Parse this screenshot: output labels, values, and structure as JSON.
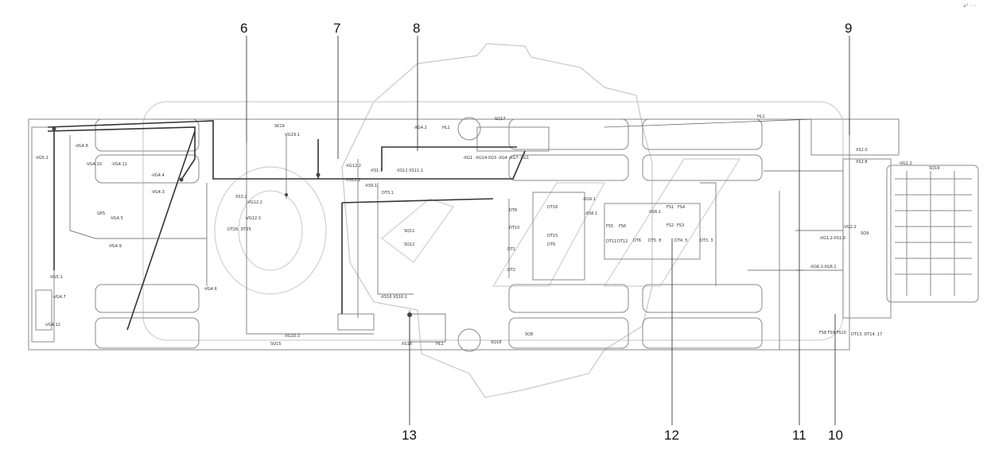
{
  "watermark": "a³ ·◦◦",
  "callouts": [
    "6",
    "7",
    "8",
    "9",
    "13",
    "12",
    "11",
    "10"
  ],
  "labels": {
    "vg5_2": "-VG5.2",
    "vg5_1": "-VG5.1",
    "vg4_7": "-VG4.7",
    "vg4_12": "-VG4.12",
    "vg4_8": "-VG4.8",
    "vg4_10": "-VG4.10",
    "vg4_11": "-VG4.11",
    "vg4_4": "-VG4.4",
    "vg4_3": "-VG4.3",
    "gps": "GPS",
    "vg4_5": "-VG4.5",
    "vg4_9": "-VG4.9",
    "vg4_6": "-VG4.6",
    "sk19": "SK19",
    "vg19_1": "-VG19.1",
    "vg12_2_top": "-VG12.2",
    "vg12_2_mid": "-VG12.2",
    "vg12_3": "-VG12.3",
    "dt26": "DT26. DT25",
    "xs12_2": "-XS12.2",
    "xs1_1": "-XS1.1",
    "xs12_xs11": "-XS12 XS11.1",
    "xs9_1": "-XS9.1",
    "dt3_1": "DT3.1",
    "xg4_2": "-XG4.2",
    "hl1_top": "HL1",
    "sq17": "SQ17",
    "xg1": "-XG1",
    "xg_chain": "-XG14-XG3 -XG4 -XG7 -XG1",
    "dt8": "DT8",
    "dt10": "DT10",
    "dt1": "DT1",
    "dt2": "DT2",
    "sq11": "SQ11",
    "sq12": "SQ12",
    "dt16": "DT16",
    "dt15": "DT15",
    "dt9": "DT9",
    "xg9_1": "-XG9.1",
    "xs8_1": "-XS8.1",
    "xs6_1": "-XS6.1",
    "fs5": "FS5",
    "fs6": "FS6",
    "fs1": "FS1",
    "fs4": "FS4",
    "fs2": "FS2",
    "fs3": "FS3",
    "dt11": "DT11",
    "dt12": "DT12",
    "dt6": "DT6",
    "dt5_8": "DT5. 8",
    "dt4_5": "DT4. 5",
    "dt3_3": "DT3. 3",
    "xs16_xs10": "-XS16 XS10.1",
    "hl1_bottom": "HL1",
    "xs18": "XS18",
    "sq15": "SQ15",
    "xg10_3": "-XG10.3",
    "xs3_2": "XS3.2",
    "sq18": "SQ18",
    "sq8": "SQ8",
    "hl1_right": "HL1",
    "xs2_0": "XS2.0",
    "xs2_8": "XS2.8",
    "vg2_2": "-VG2.2",
    "sq19": "SQ19",
    "xg1_2": "-XG1.2-XS1.0",
    "vg2_3": "-VG2.2",
    "sq9": "SQ9",
    "xg6_1": "-XG6.1-XG6.1",
    "fs8": "FS8 FS9 FS10",
    "dt14": "DT13. DT14. 17"
  }
}
